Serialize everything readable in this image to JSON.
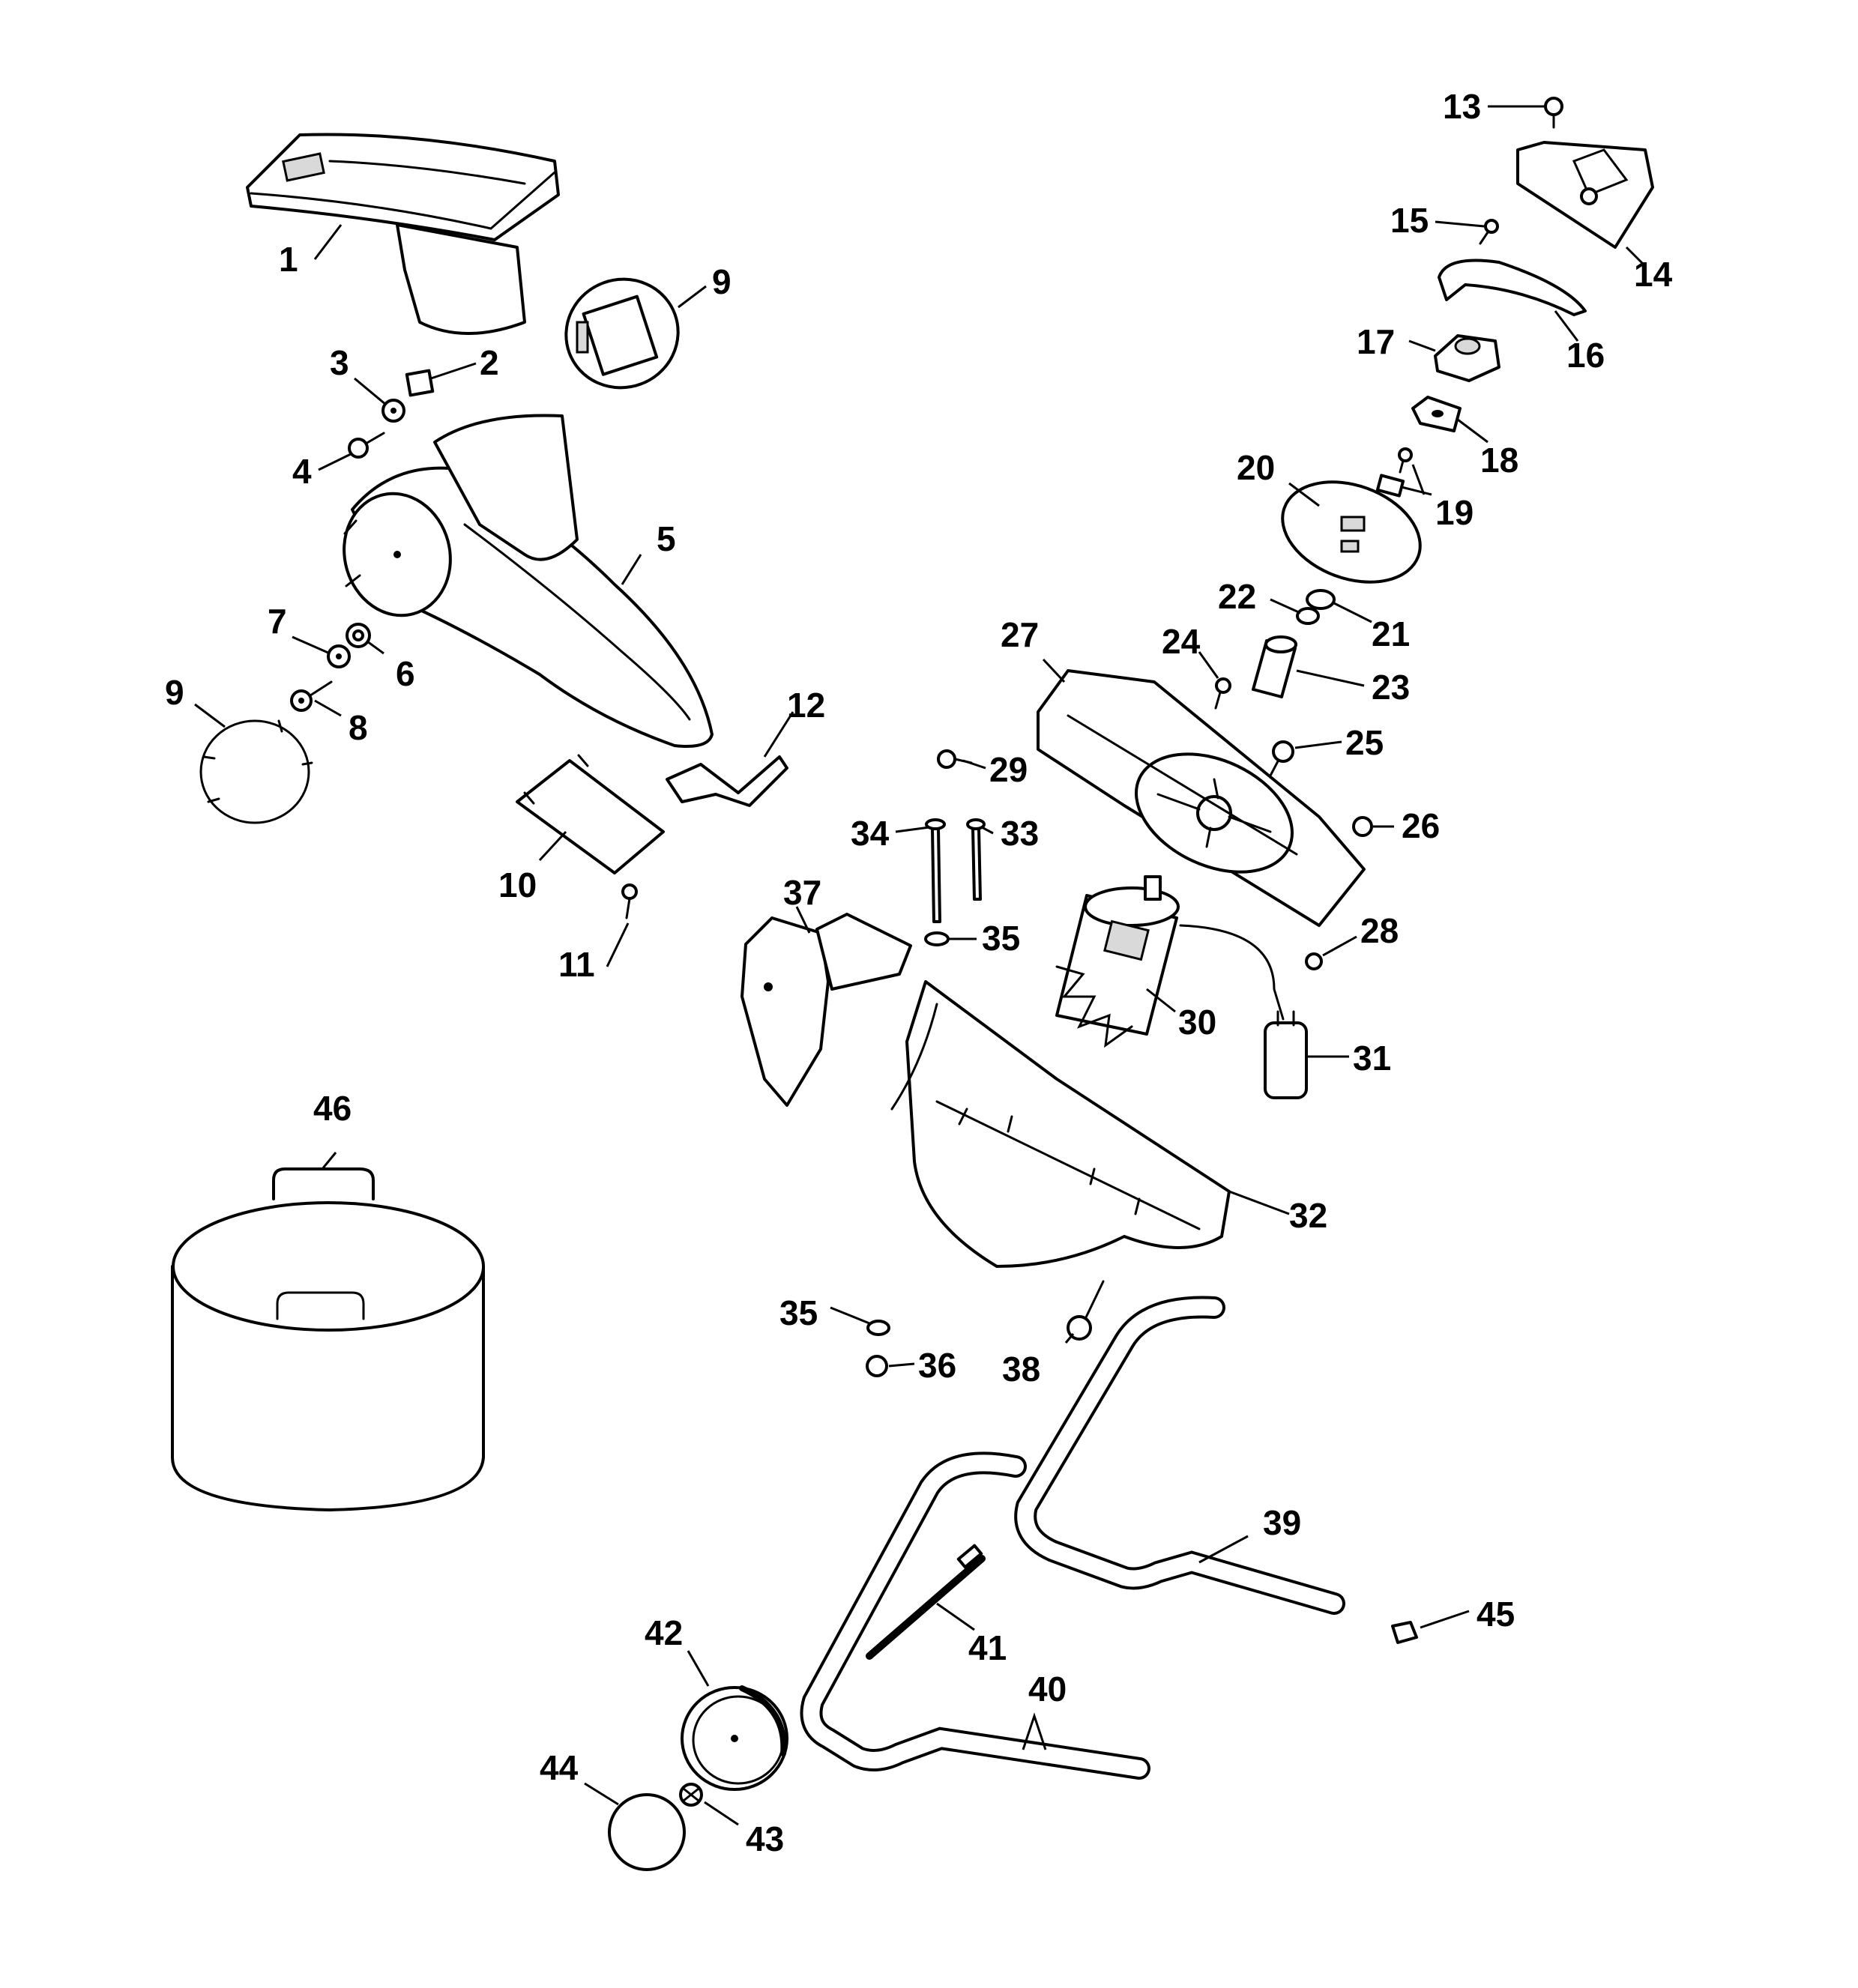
{
  "diagram": {
    "type": "exploded-parts-view",
    "callouts": [
      "1",
      "2",
      "3",
      "4",
      "5",
      "6",
      "7",
      "8",
      "9",
      "9",
      "10",
      "11",
      "12",
      "13",
      "14",
      "15",
      "16",
      "17",
      "18",
      "19",
      "20",
      "21",
      "22",
      "23",
      "24",
      "25",
      "26",
      "27",
      "28",
      "29",
      "30",
      "31",
      "32",
      "33",
      "34",
      "35",
      "35",
      "36",
      "37",
      "38",
      "39",
      "40",
      "41",
      "42",
      "43",
      "44",
      "45",
      "46"
    ]
  }
}
